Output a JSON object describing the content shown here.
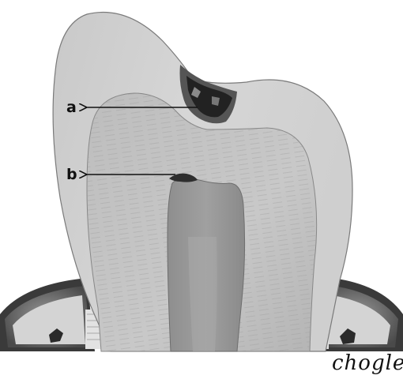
{
  "labels": {
    "a": "a",
    "b": "b"
  },
  "credit": "chogle"
}
